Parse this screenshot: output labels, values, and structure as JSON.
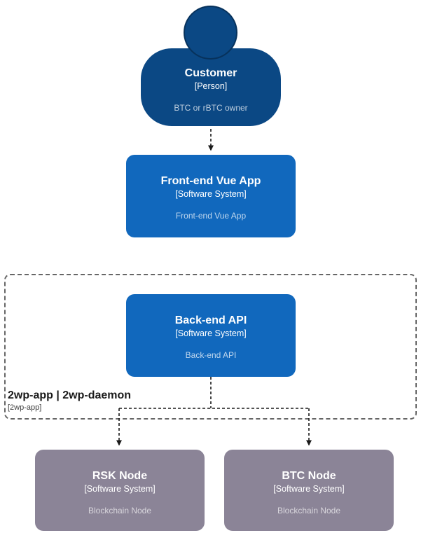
{
  "diagram": {
    "type": "c4-context-diagram",
    "background": "#ffffff",
    "boundary": {
      "title": "2wp-app | 2wp-daemon",
      "meta": "[2wp-app]",
      "border_color": "#666666"
    },
    "nodes": {
      "customer": {
        "title": "Customer",
        "meta": "[Person]",
        "description": "BTC or rBTC owner",
        "shape": "person",
        "fill": "#0b4884"
      },
      "frontend": {
        "title": "Front-end Vue App",
        "meta": "[Software System]",
        "description": "Front-end Vue App",
        "shape": "rounded-box",
        "fill": "#1168bd"
      },
      "backend": {
        "title": "Back-end API",
        "meta": "[Software System]",
        "description": "Back-end API",
        "shape": "rounded-box",
        "fill": "#1168bd"
      },
      "rsk_node": {
        "title": "RSK Node",
        "meta": "[Software System]",
        "description": "Blockchain Node",
        "shape": "rounded-box",
        "fill": "#8b8497"
      },
      "btc_node": {
        "title": "BTC Node",
        "meta": "[Software System]",
        "description": "Blockchain Node",
        "shape": "rounded-box",
        "fill": "#8b8497"
      }
    },
    "edges": [
      {
        "from": "customer",
        "to": "frontend",
        "style": "dashed-arrow",
        "label": ""
      },
      {
        "from": "backend",
        "to": "rsk_node",
        "style": "dashed-arrow",
        "label": ""
      },
      {
        "from": "backend",
        "to": "btc_node",
        "style": "dashed-arrow",
        "label": ""
      }
    ],
    "edge_color": "#1a1a1a"
  }
}
